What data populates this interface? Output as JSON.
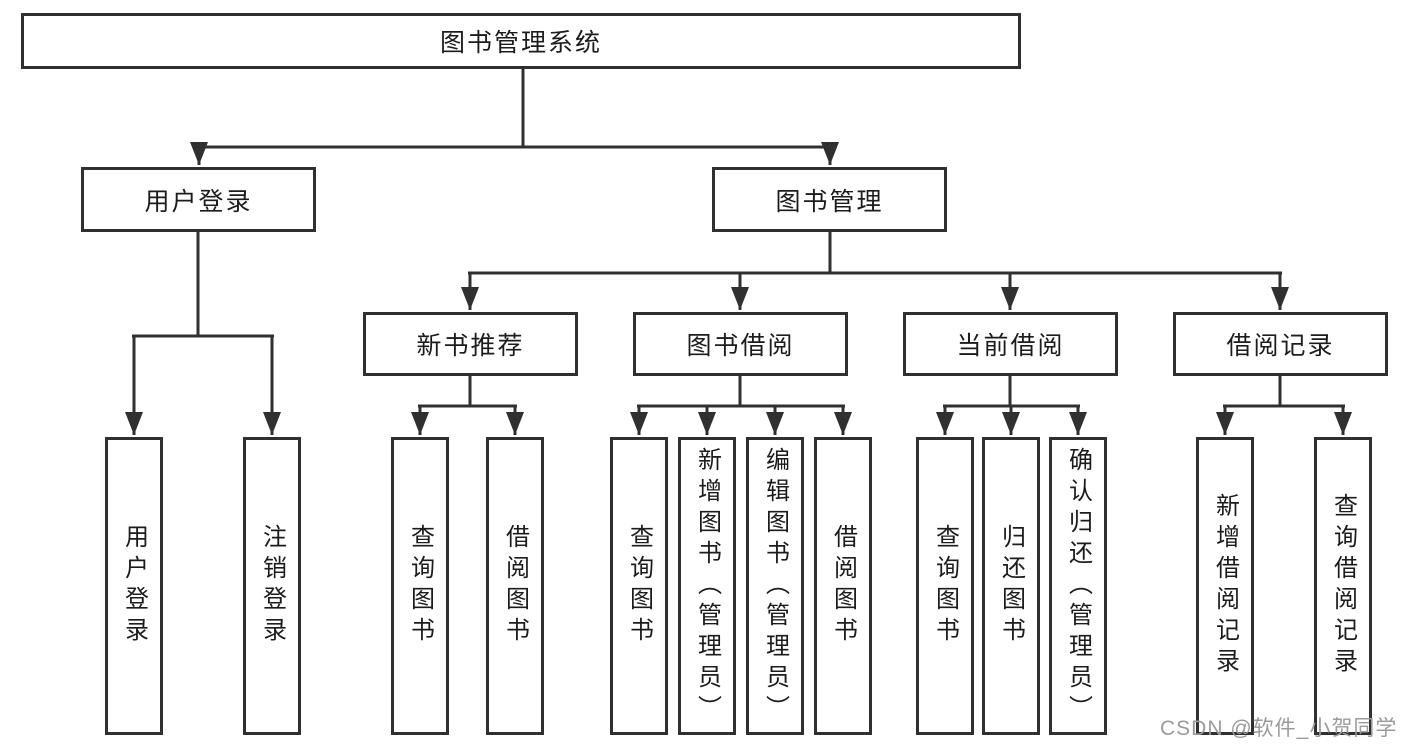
{
  "diagram": {
    "root": {
      "label": "图书管理系统"
    },
    "level2": [
      {
        "label": "用户登录"
      },
      {
        "label": "图书管理"
      }
    ],
    "level3": [
      {
        "label": "新书推荐"
      },
      {
        "label": "图书借阅"
      },
      {
        "label": "当前借阅"
      },
      {
        "label": "借阅记录"
      }
    ],
    "leaves": {
      "user_login_children": [
        "用户登录",
        "注销登录"
      ],
      "new_book_children": [
        "查询图书",
        "借阅图书"
      ],
      "book_borrow_children": [
        "查询图书",
        "新增图书（管理员）",
        "编辑图书（管理员）",
        "借阅图书"
      ],
      "current_borrow_children": [
        "查询图书",
        "归还图书",
        "确认归还（管理员）"
      ],
      "borrow_record_children": [
        "新增借阅记录",
        "查询借阅记录"
      ]
    }
  },
  "watermark": {
    "text": "CSDN @软件_小贺同学"
  },
  "colors": {
    "border": "#303030",
    "text": "#1c1c1c",
    "watermark": "#9b9b9b"
  }
}
